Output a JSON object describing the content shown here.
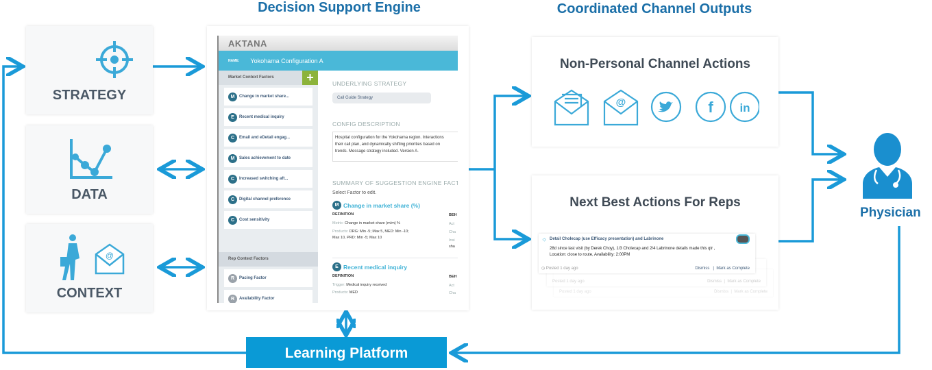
{
  "titles": {
    "engine": "Decision Support Engine",
    "outputs": "Coordinated Channel Outputs"
  },
  "inputs": [
    {
      "label": "STRATEGY",
      "icon": "crosshair-target-icon"
    },
    {
      "label": "DATA",
      "icon": "line-chart-icon"
    },
    {
      "label": "CONTEXT",
      "icon": "walking-person-email-icon"
    }
  ],
  "app": {
    "logo": "AKTANA",
    "name_label": "NAME:",
    "name_value": "Yokohama Configuration A",
    "market_header": "Market Context Factors",
    "market_factors": [
      {
        "badge": "M",
        "label": "Change in market share..."
      },
      {
        "badge": "E",
        "label": "Recent medical inquiry"
      },
      {
        "badge": "C",
        "label": "Email and eDetail engag..."
      },
      {
        "badge": "M",
        "label": "Sales achievement to date"
      },
      {
        "badge": "C",
        "label": "Increased switching aft..."
      },
      {
        "badge": "C",
        "label": "Digital channel preference"
      },
      {
        "badge": "C",
        "label": "Cost sensitivity"
      }
    ],
    "rep_header": "Rep Context Factors",
    "rep_factors": [
      {
        "badge": "R",
        "label": "Pacing Factor"
      },
      {
        "badge": "R",
        "label": "Availability Factor"
      }
    ],
    "strategy_heading": "UNDERLYING STRATEGY",
    "strategy_value": "Call Guide Strategy",
    "desc_heading": "CONFIG DESCRIPTION",
    "desc_lines": [
      "Hospital configuration for the Yokohama region. Interactions",
      "their call plan, and dynamically shifting priorities based on",
      "trends. Message strategy included. Version A."
    ],
    "summary_heading": "SUMMARY OF SUGGESTION ENGINE FACTORS",
    "summary_hint": "Select Factor to edit.",
    "factor1": {
      "badge": "M",
      "title": "Change in market share (%)",
      "def": "DEFINITION",
      "beh": "BEH",
      "l1k": "Metric:",
      "l1v": "Change in market share (m/m) %",
      "l2k": "Products:",
      "l2v": "DRG: Min -5; Max 5, MED: Min -10;",
      "l3v": "Max 10, PRD: Min -5; Max 10",
      "r1": "Act",
      "r2": "Cha",
      "r3": "Insi",
      "r4": "sha"
    },
    "factor2": {
      "badge": "E",
      "title": "Recent medical inquiry",
      "def": "DEFINITION",
      "beh": "BEH",
      "l1k": "Trigger:",
      "l1v": "Medical inquiry received",
      "l2k": "Products:",
      "l2v": "MED",
      "r1": "Act",
      "r2": "Cha"
    }
  },
  "npc": {
    "title": "Non-Personal Channel Actions",
    "icons": [
      "email-letter-icon",
      "email-at-icon",
      "twitter-icon",
      "facebook-icon",
      "linkedin-icon"
    ]
  },
  "nba": {
    "title": "Next Best Actions For Reps",
    "action_title": "Detail Cholecap (use Efficacy presentation) and Labrinone",
    "line1": "28d since last visit (by Derek Choy), 1/3 Cholecap and 2/4 Labrinone details made this qtr ,",
    "line2": "Location: close to route, Availability: 2:00PM",
    "posted": "Posted 1 day ago",
    "dismiss": "Dismiss",
    "complete": "Mark as Complete",
    "sep": "|"
  },
  "physician": "Physician",
  "learning": "Learning Platform",
  "colors": {
    "accent": "#0a9ad6",
    "app_bar": "#4ab8d8",
    "plus": "#8cb33a",
    "badge": "#2c7089"
  }
}
